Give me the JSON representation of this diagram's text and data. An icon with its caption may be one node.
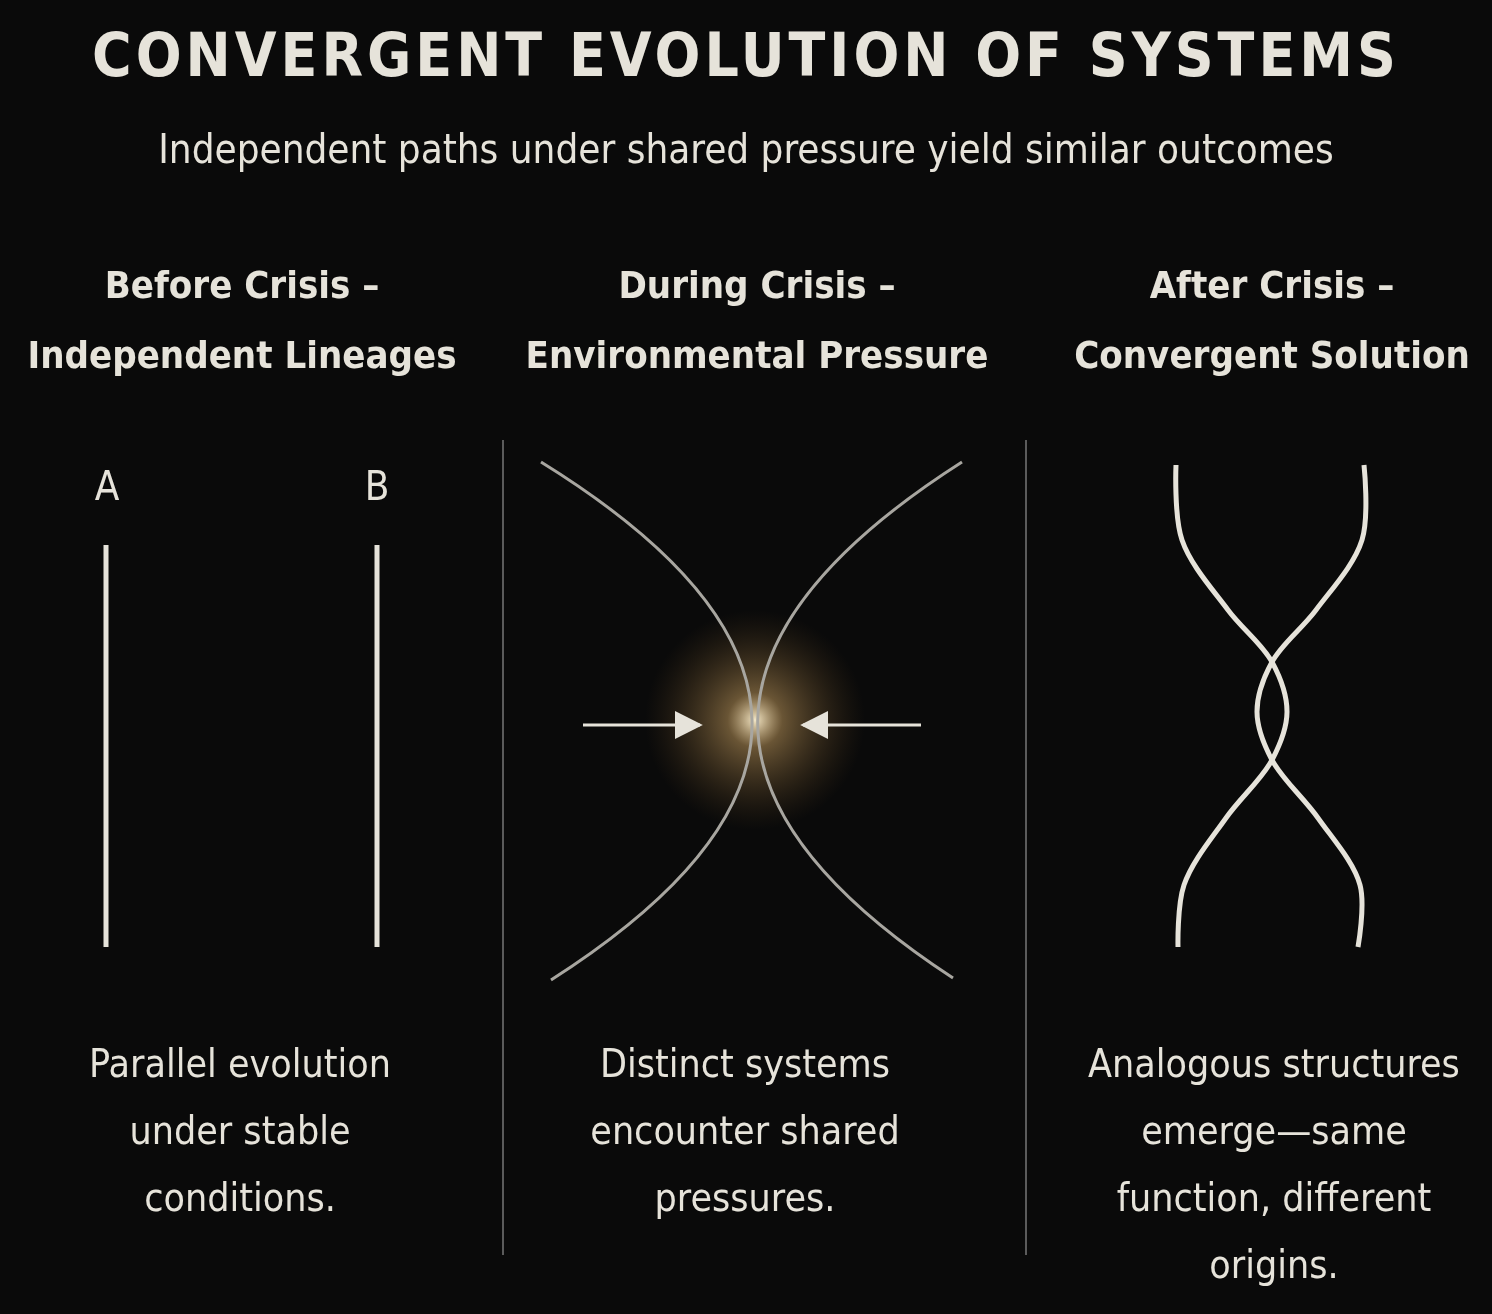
{
  "diagram": {
    "title": "CONVERGENT EVOLUTION OF SYSTEMS",
    "labels": [
      "Independent paths under shared pressure yield similar outcomes",
      "Before Crisis – Independent Lineages",
      "During Crisis – Environmental Pressure",
      "After Crisis – Convergent Solution",
      "A",
      "B",
      "Parallel evolution under stable conditions.",
      "Distinct systems encounter shared pressures.",
      "Analogous structures emerge—same function, different origins."
    ]
  }
}
